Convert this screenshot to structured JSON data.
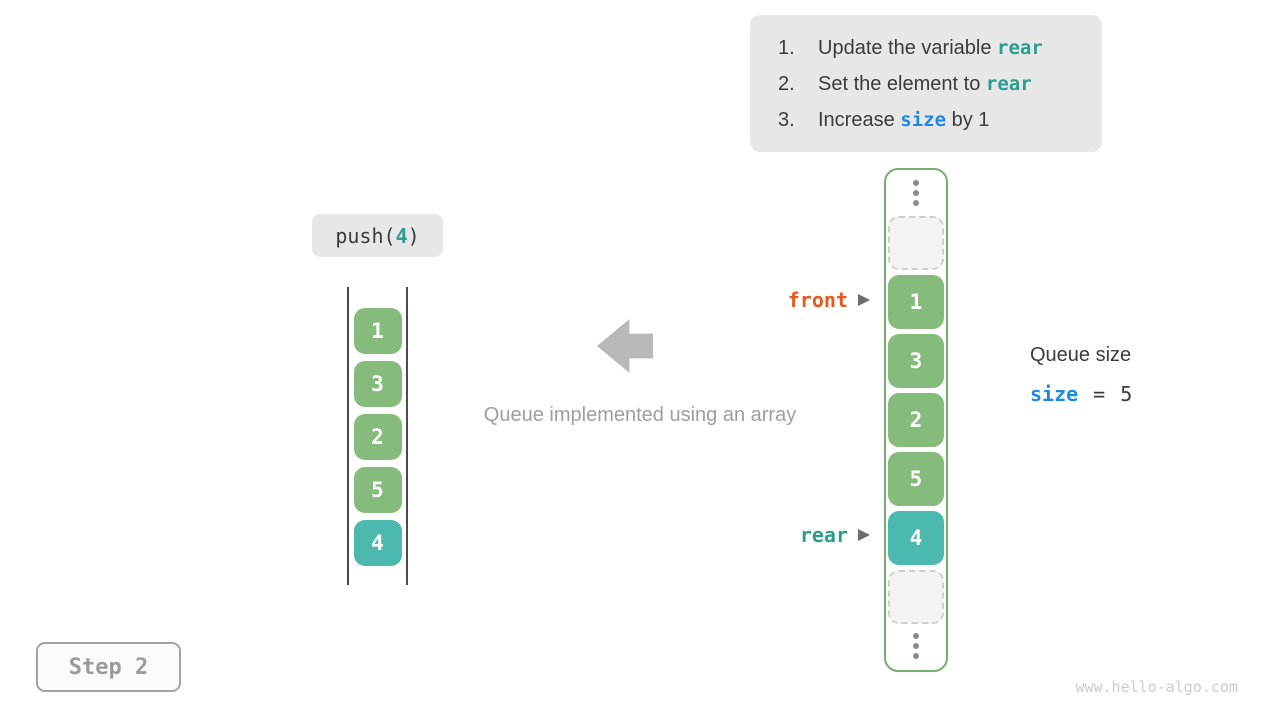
{
  "colors": {
    "teal_code": "#2a9d8f",
    "blue_code": "#1e88e5",
    "orange_code": "#e8591d",
    "cell_green": "#85bb7b",
    "cell_teal": "#4cb9ae",
    "container_border": "#74ad6f"
  },
  "icons": {
    "big_arrow": "block-arrow-left",
    "front_pointer": "triangle-right",
    "rear_pointer": "triangle-right",
    "ellipsis": "vertical-dots"
  },
  "instructions": {
    "items": [
      {
        "number": "1.",
        "prefix": "Update the variable ",
        "code": "rear",
        "suffix": ""
      },
      {
        "number": "2.",
        "prefix": "Set the element to ",
        "code": "rear",
        "suffix": ""
      },
      {
        "number": "3.",
        "prefix": "Increase ",
        "code": "size",
        "suffix": " by 1"
      }
    ]
  },
  "push_label": {
    "prefix": "push(",
    "arg": "4",
    "suffix": ")"
  },
  "left_stack": {
    "cells": [
      {
        "value": "1",
        "state": "filled"
      },
      {
        "value": "3",
        "state": "filled"
      },
      {
        "value": "2",
        "state": "filled"
      },
      {
        "value": "5",
        "state": "filled"
      },
      {
        "value": "4",
        "state": "highlight"
      }
    ]
  },
  "caption": "Queue implemented using an array",
  "right_array": {
    "front_label": "front",
    "rear_label": "rear",
    "cells": [
      {
        "value": "",
        "state": "empty"
      },
      {
        "value": "1",
        "state": "filled"
      },
      {
        "value": "3",
        "state": "filled"
      },
      {
        "value": "2",
        "state": "filled"
      },
      {
        "value": "5",
        "state": "filled"
      },
      {
        "value": "4",
        "state": "highlight"
      },
      {
        "value": "",
        "state": "empty"
      }
    ]
  },
  "size_panel": {
    "title": "Queue size",
    "variable": "size",
    "equals": "=",
    "value": "5"
  },
  "step_badge": {
    "label": "Step 2"
  },
  "watermark": "www.hello-algo.com"
}
